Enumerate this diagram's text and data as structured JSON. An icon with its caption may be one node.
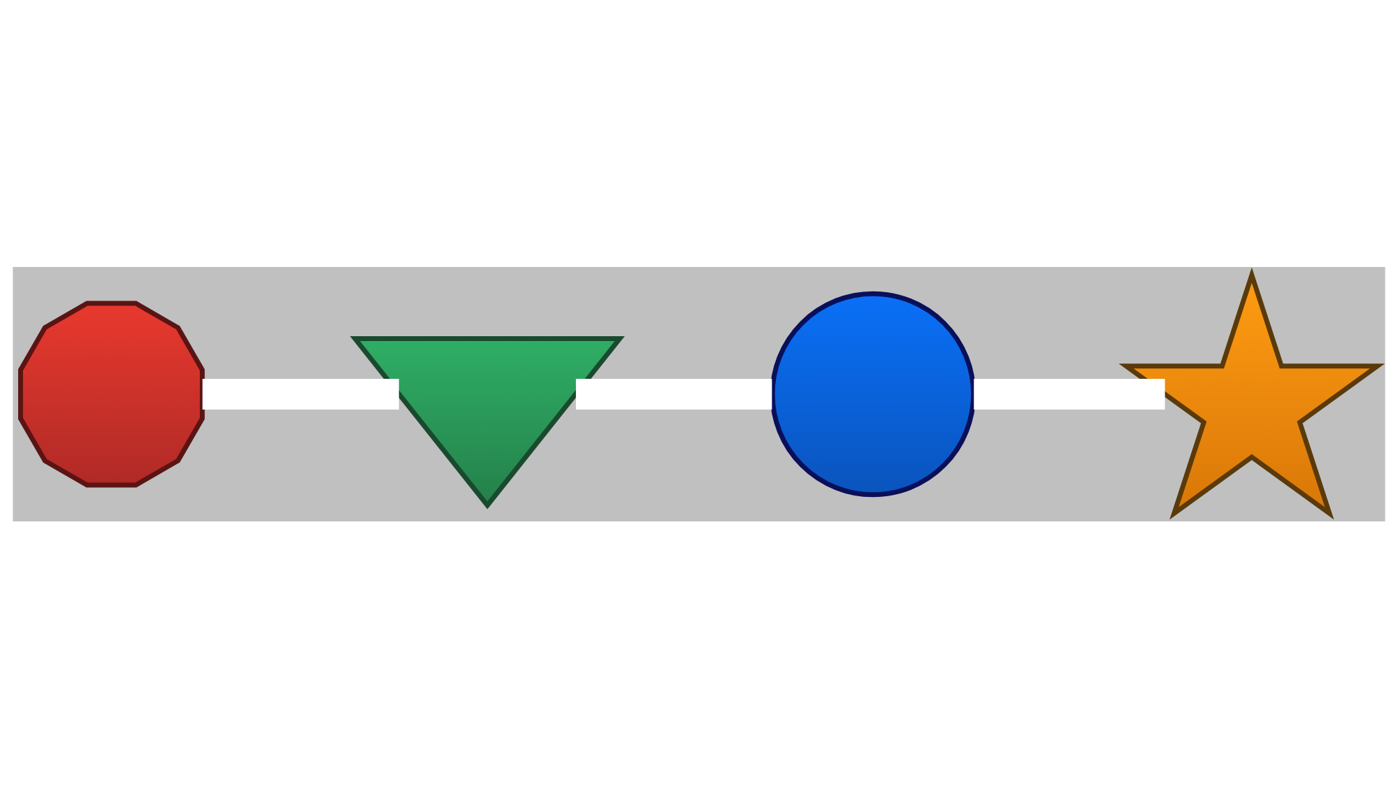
{
  "diagram": {
    "nodes": [
      {
        "text": [],
        "shape": "asterisk"
      },
      {
        "text": [],
        "shape": "triangle"
      },
      {
        "text": [],
        "shape": "circle"
      },
      {
        "text": [],
        "shape": "star"
      }
    ],
    "edges": [
      {
        "from": 0,
        "to": 1,
        "arrow": "none"
      },
      {
        "from": 1,
        "to": 2,
        "arrow": "none"
      },
      {
        "from": 2,
        "to": 3,
        "arrow": "none"
      }
    ]
  }
}
